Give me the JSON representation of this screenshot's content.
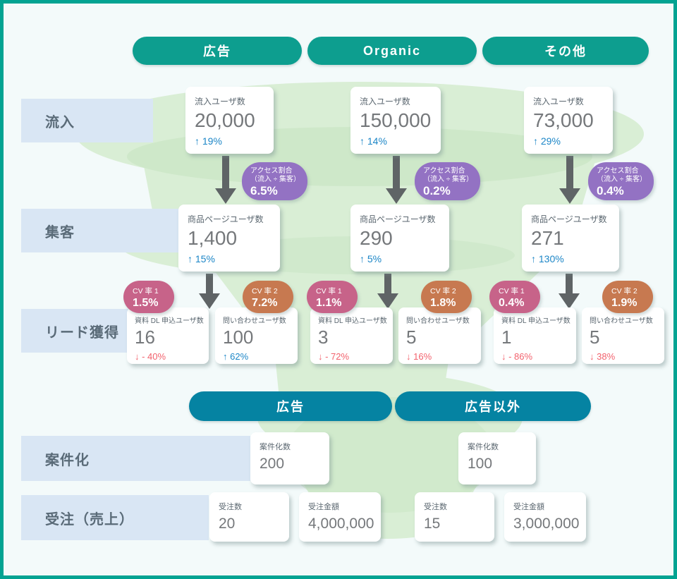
{
  "colors": {
    "frame_teal": "#02a392",
    "panel_bg": "#f3fafa",
    "top_pill": "#0d9e8f",
    "bottom_pill": "#0583a2",
    "stage_bar_bg": "#d9e6f4",
    "funnel_green": "#d9eed5",
    "purple_badge": "#9372c3",
    "pink_badge": "#c76389",
    "orange_badge": "#c77950",
    "up_blue": "#1c86c7",
    "down_red": "#f2626d",
    "arrow_gray": "#5f6466"
  },
  "top_channels": [
    {
      "label": "広告"
    },
    {
      "label": "Organic"
    },
    {
      "label": "その他"
    }
  ],
  "stages": [
    {
      "label": "流入"
    },
    {
      "label": "集客"
    },
    {
      "label": "リード獲得"
    },
    {
      "label": "案件化"
    },
    {
      "label": "受注（売上）"
    }
  ],
  "inflow_cards": [
    {
      "title": "流入ユーザ数",
      "value": "20,000",
      "delta": "↑ 19%",
      "trend": "up"
    },
    {
      "title": "流入ユーザ数",
      "value": "150,000",
      "delta": "↑ 14%",
      "trend": "up"
    },
    {
      "title": "流入ユーザ数",
      "value": "73,000",
      "delta": "↑ 29%",
      "trend": "up"
    }
  ],
  "access_badges": [
    {
      "line1": "アクセス割合",
      "line2": "（流入 ÷ 集客）",
      "value": "6.5%"
    },
    {
      "line1": "アクセス割合",
      "line2": "（流入 ÷ 集客）",
      "value": "0.2%"
    },
    {
      "line1": "アクセス割合",
      "line2": "（流入 ÷ 集客）",
      "value": "0.4%"
    }
  ],
  "attract_cards": [
    {
      "title": "商品ページユーザ数",
      "value": "1,400",
      "delta": "↑ 15%",
      "trend": "up"
    },
    {
      "title": "商品ページユーザ数",
      "value": "290",
      "delta": "↑ 5%",
      "trend": "up"
    },
    {
      "title": "商品ページユーザ数",
      "value": "271",
      "delta": "↑ 130%",
      "trend": "up"
    }
  ],
  "cv_badges": [
    {
      "label": "CV 率 1",
      "value": "1.5%"
    },
    {
      "label": "CV 率 2",
      "value": "7.2%"
    },
    {
      "label": "CV 率 1",
      "value": "1.1%"
    },
    {
      "label": "CV 率 2",
      "value": "1.8%"
    },
    {
      "label": "CV 率 1",
      "value": "0.4%"
    },
    {
      "label": "CV 率 2",
      "value": "1.9%"
    }
  ],
  "lead_cards": [
    {
      "title": "資料 DL 申込ユーザ数",
      "value": "16",
      "delta": "↓ - 40%",
      "trend": "down"
    },
    {
      "title": "問い合わせユーザ数",
      "value": "100",
      "delta": "↑ 62%",
      "trend": "up"
    },
    {
      "title": "資料 DL 申込ユーザ数",
      "value": "3",
      "delta": "↓ - 72%",
      "trend": "down"
    },
    {
      "title": "問い合わせユーザ数",
      "value": "5",
      "delta": "↓ 16%",
      "trend": "down"
    },
    {
      "title": "資料 DL 申込ユーザ数",
      "value": "1",
      "delta": "↓ - 86%",
      "trend": "down"
    },
    {
      "title": "問い合わせユーザ数",
      "value": "5",
      "delta": "↓ 38%",
      "trend": "down"
    }
  ],
  "bottom_channels": [
    {
      "label": "広告"
    },
    {
      "label": "広告以外"
    }
  ],
  "deal_cards": [
    {
      "title": "案件化数",
      "value": "200"
    },
    {
      "title": "案件化数",
      "value": "100"
    }
  ],
  "order_cards": [
    {
      "title": "受注数",
      "value": "20"
    },
    {
      "title": "受注金額",
      "value": "4,000,000"
    },
    {
      "title": "受注数",
      "value": "15"
    },
    {
      "title": "受注金額",
      "value": "3,000,000"
    }
  ]
}
